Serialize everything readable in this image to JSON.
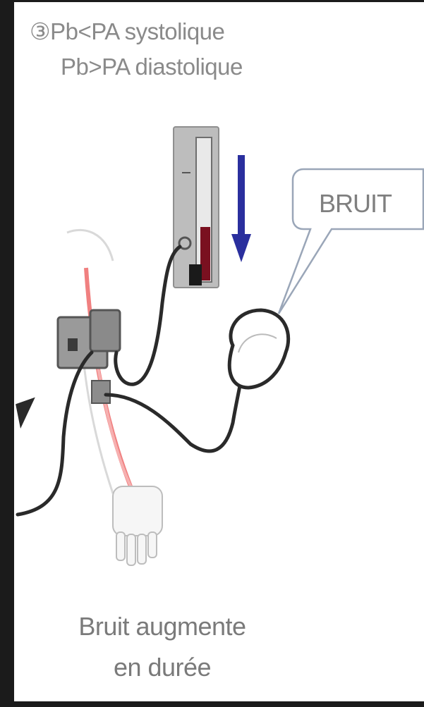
{
  "header": {
    "line1": "③Pb<PA systolique",
    "line2": "Pb>PA diastolique"
  },
  "bubble": {
    "text": "BRUIT"
  },
  "caption": {
    "line1": "Bruit augmente",
    "line2": "en durée"
  },
  "colors": {
    "arrow": "#2a2f9e",
    "mercury": "#7a1020",
    "artery": "#f08080",
    "tubing": "#2a2a2a"
  },
  "icons": [
    "manometer-icon",
    "down-arrow-icon",
    "speech-bubble-icon",
    "stethoscope-icon",
    "cuff-icon",
    "arm-icon"
  ]
}
